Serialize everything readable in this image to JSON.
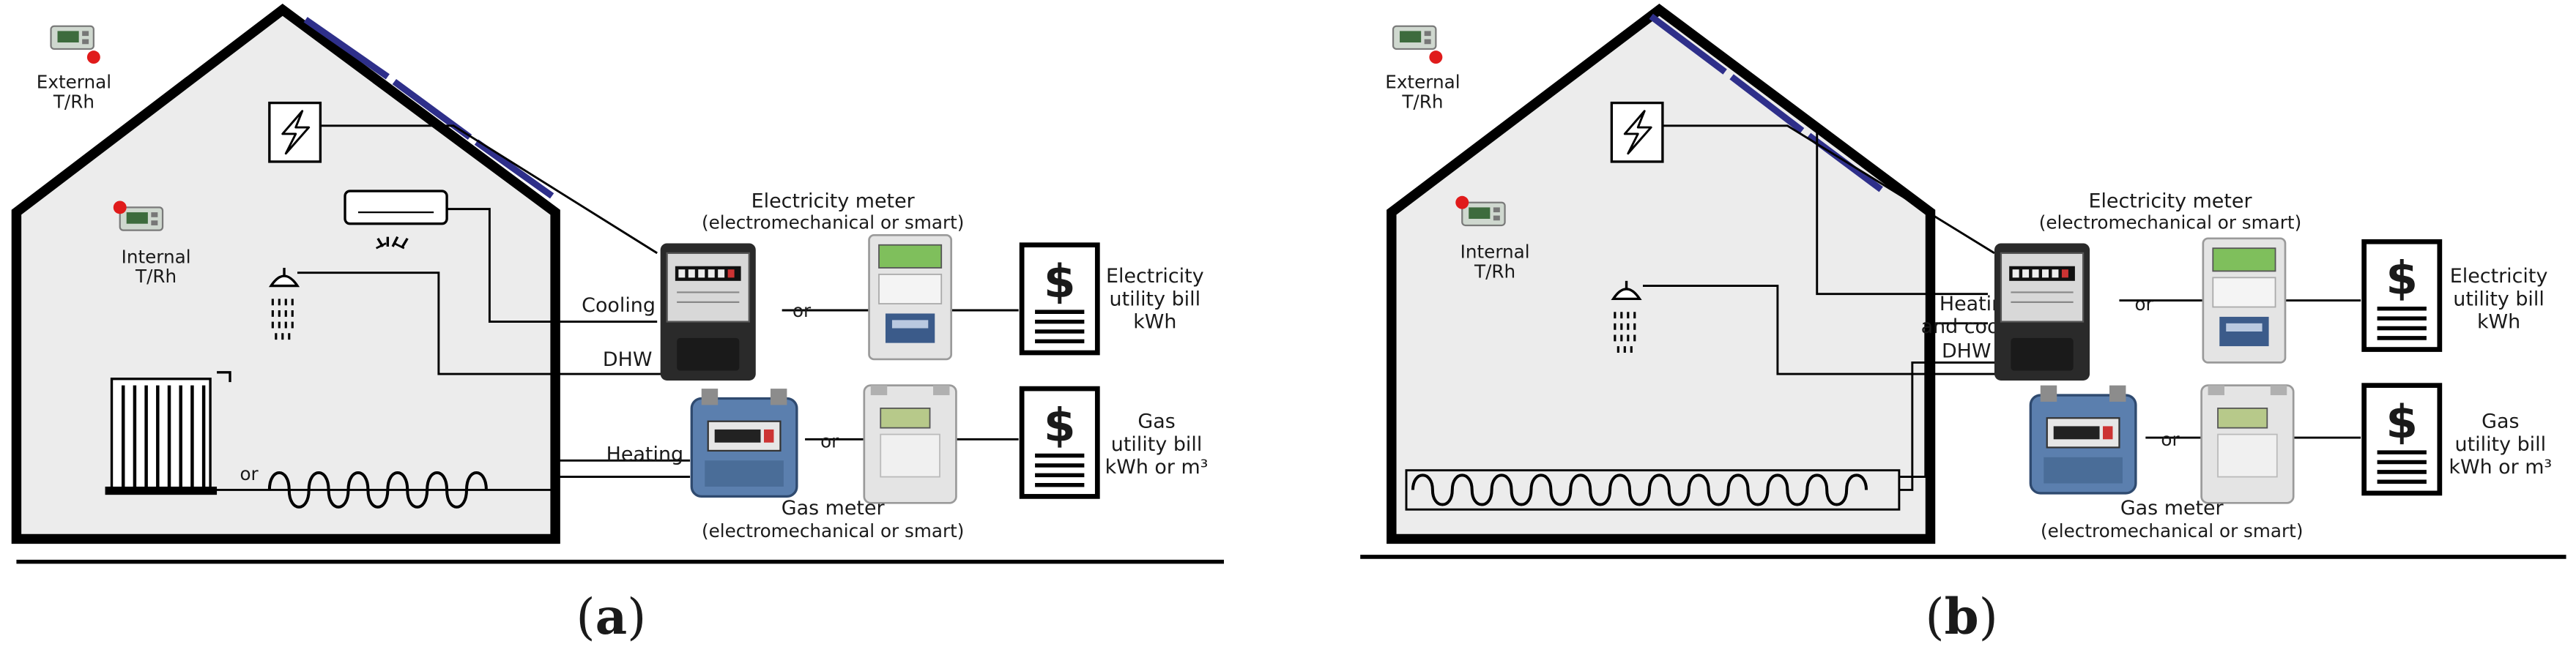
{
  "panels": [
    {
      "caption_open": "(",
      "caption_letter": "a",
      "caption_close": ")",
      "external_sensor": [
        "External",
        "T/Rh"
      ],
      "internal_sensor": [
        "Internal",
        "T/Rh"
      ],
      "electricity_meter_label": [
        "Electricity meter",
        "(electromechanical or smart)"
      ],
      "gas_meter_label": [
        "Gas meter",
        "(electromechanical or smart)"
      ],
      "electricity_bill": [
        "Electricity",
        "utility bill",
        "kWh"
      ],
      "gas_bill": [
        "Gas",
        "utility bill",
        "kWh or m³"
      ],
      "elec_line_label": [
        "Cooling"
      ],
      "dhw_label": "DHW",
      "heating_label": "Heating",
      "radiator_or": "or",
      "meter_or_top": "or",
      "meter_or_bottom": "or",
      "bill_symbol": "$"
    },
    {
      "caption_open": "(",
      "caption_letter": "b",
      "caption_close": ")",
      "external_sensor": [
        "External",
        "T/Rh"
      ],
      "internal_sensor": [
        "Internal",
        "T/Rh"
      ],
      "electricity_meter_label": [
        "Electricity meter",
        "(electromechanical or smart)"
      ],
      "gas_meter_label": [
        "Gas meter",
        "(electromechanical or smart)"
      ],
      "electricity_bill": [
        "Electricity",
        "utility bill",
        "kWh"
      ],
      "gas_bill": [
        "Gas",
        "utility bill",
        "kWh or m³"
      ],
      "elec_line_label": [
        "Heating",
        "and cooling"
      ],
      "dhw_label": "DHW",
      "meter_or_top": "or",
      "meter_or_bottom": "or",
      "bill_symbol": "$"
    }
  ],
  "colors": {
    "house_fill": "#ececec",
    "house_outline": "#000000",
    "solar_panel": "#2e2f8a",
    "sensor_dot": "#e01b1b",
    "sensor_body": "#cfd8cf",
    "electricity_meter": "#2a2a2a",
    "gas_meter": "#5b7fae",
    "smart_meter": "#e4e4e4"
  }
}
